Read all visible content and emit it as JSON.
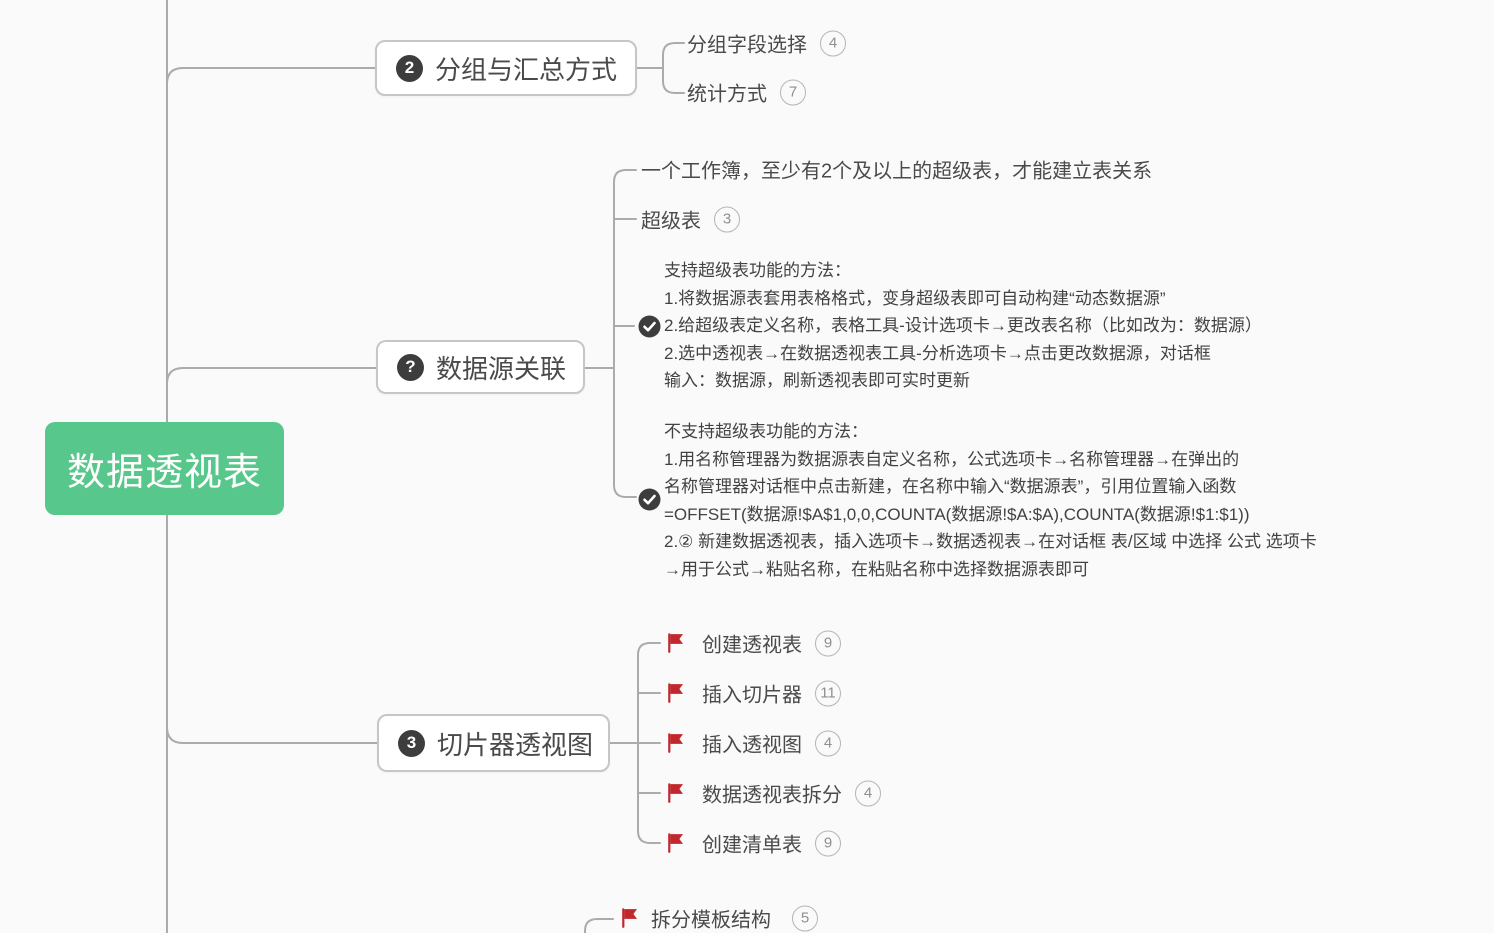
{
  "root": {
    "label": "数据透视表"
  },
  "branches": [
    {
      "badge": "2",
      "label": "分组与汇总方式",
      "children": [
        {
          "label": "分组字段选择",
          "count": "4"
        },
        {
          "label": "统计方式",
          "count": "7"
        }
      ]
    },
    {
      "badge": "?",
      "label": "数据源关联",
      "children": [
        {
          "label": "一个工作簿，至少有2个及以上的超级表，才能建立表关系"
        },
        {
          "label": "超级表",
          "count": "3"
        },
        {
          "icon": "check",
          "lines": [
            "支持超级表功能的方法：",
            "1.将数据源表套用表格格式，变身超级表即可自动构建“动态数据源”",
            "2.给超级表定义名称，表格工具-设计选项卡→更改表名称（比如改为：数据源）",
            "2.选中透视表→在数据透视表工具-分析选项卡→点击更改数据源，对话框",
            "输入：数据源，刷新透视表即可实时更新"
          ]
        },
        {
          "icon": "check",
          "lines": [
            "不支持超级表功能的方法：",
            "1.用名称管理器为数据源表自定义名称，公式选项卡→名称管理器→在弹出的",
            "名称管理器对话框中点击新建，在名称中输入“数据源表”，引用位置输入函数",
            "=OFFSET(数据源!$A$1,0,0,COUNTA(数据源!$A:$A),COUNTA(数据源!$1:$1))",
            "2.② 新建数据透视表，插入选项卡→数据透视表→在对话框 表/区域 中选择 公式 选项卡",
            "→用于公式→粘贴名称，在粘贴名称中选择数据源表即可"
          ]
        }
      ]
    },
    {
      "badge": "3",
      "label": "切片器透视图",
      "children": [
        {
          "icon": "flag",
          "label": "创建透视表",
          "count": "9"
        },
        {
          "icon": "flag",
          "label": "插入切片器",
          "count": "11"
        },
        {
          "icon": "flag",
          "label": "插入透视图",
          "count": "4"
        },
        {
          "icon": "flag",
          "label": "数据透视表拆分",
          "count": "4"
        },
        {
          "icon": "flag",
          "label": "创建清单表",
          "count": "9"
        }
      ]
    },
    {
      "children": [
        {
          "icon": "flag",
          "label": "拆分模板结构",
          "count": "5"
        }
      ]
    }
  ],
  "colors": {
    "root_bg": "#58c78b",
    "dark_badge": "#3d3d3d",
    "flag_red": "#c1272d",
    "connector": "#ababab",
    "node_border": "#c6c6c6",
    "text": "#4a4a4a"
  }
}
